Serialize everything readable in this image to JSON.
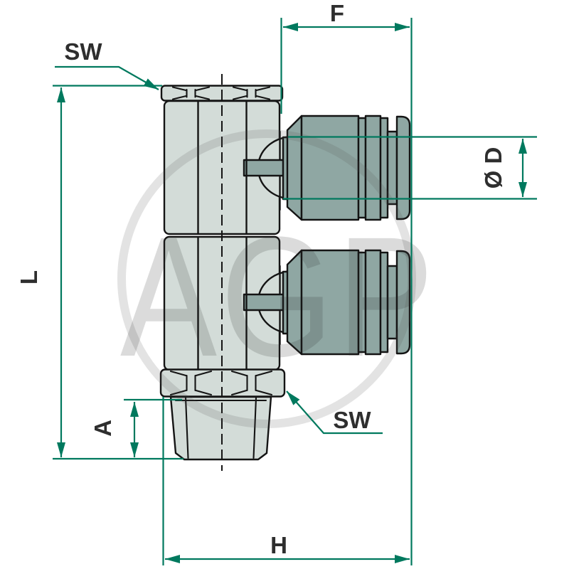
{
  "drawing": {
    "watermark": "AGP",
    "labels": {
      "fitting_width_top": "F",
      "tube_diameter": "Ø D",
      "overall_length": "L",
      "thread_length": "A",
      "overall_height": "H",
      "wrench_size_top": "SW",
      "wrench_size_bottom": "SW"
    },
    "colors": {
      "dimension_green": "#00795e",
      "outline_black": "#141414",
      "body_fill_light": "#d3dcd8",
      "connector_fill_dark": "#8fa7a3",
      "label_text": "#2e2e2e",
      "watermark_gray": "#d4d4d4",
      "background": "#ffffff"
    }
  }
}
